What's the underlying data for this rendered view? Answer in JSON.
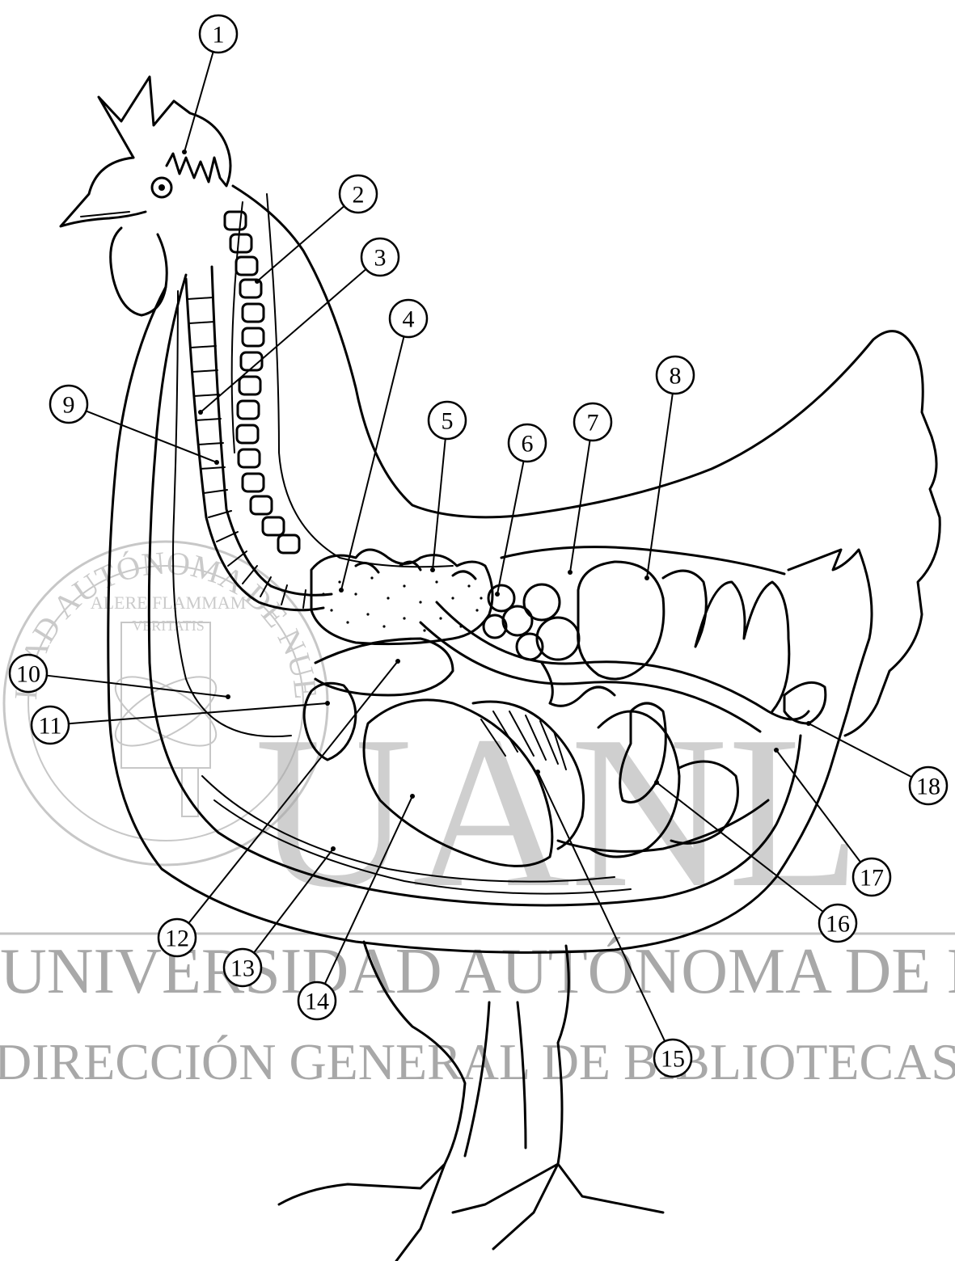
{
  "labels": [
    "1",
    "2",
    "3",
    "4",
    "5",
    "6",
    "7",
    "8",
    "9",
    "10",
    "11",
    "12",
    "13",
    "14",
    "15",
    "16",
    "17",
    "18"
  ],
  "watermark": {
    "logo": "UANL",
    "line1": "UNIVERSIDAD AUTÓNOMA DE NUEVO LEÓ",
    "line2": "DIRECCIÓN GENERAL DE BIBLIOTECAS",
    "seal_ring": "UNIVERSIDAD AUTÓNOMA DE NUEVO LEÓN",
    "seal_motto_1": "ALERE FLAMMAM",
    "seal_motto_2": "VERITATIS"
  }
}
